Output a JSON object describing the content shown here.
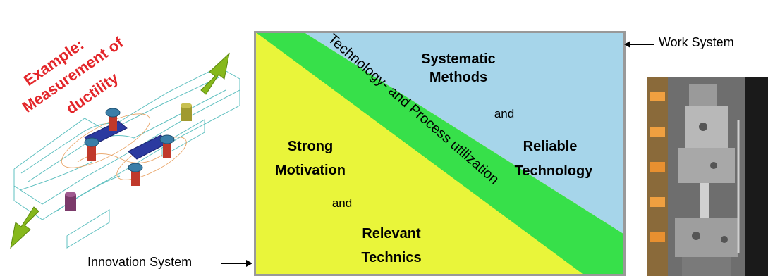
{
  "example": {
    "line1": "Example:",
    "line2": "Measurement of",
    "line3": "ductility"
  },
  "diagram": {
    "top_right": {
      "line1": "Systematic",
      "line2": "Methods",
      "connector": "and",
      "line3": "Reliable",
      "line4": "Technology"
    },
    "bottom_left": {
      "line1": "Strong",
      "line2": "Motivation",
      "connector": "and",
      "line3": "Relevant",
      "line4": "Technics"
    },
    "band_text": "Technology- and Process utilization",
    "colors": {
      "yellow": "#e9f53a",
      "green": "#37e04a",
      "blue": "#a6d5ea",
      "border": "#999999"
    }
  },
  "labels": {
    "work_system": "Work System",
    "innovation_system": "Innovation System"
  },
  "colors": {
    "example_red": "#e3262a",
    "arrow_green": "#86b81c",
    "clamp_blue": "#2b3aa0"
  }
}
